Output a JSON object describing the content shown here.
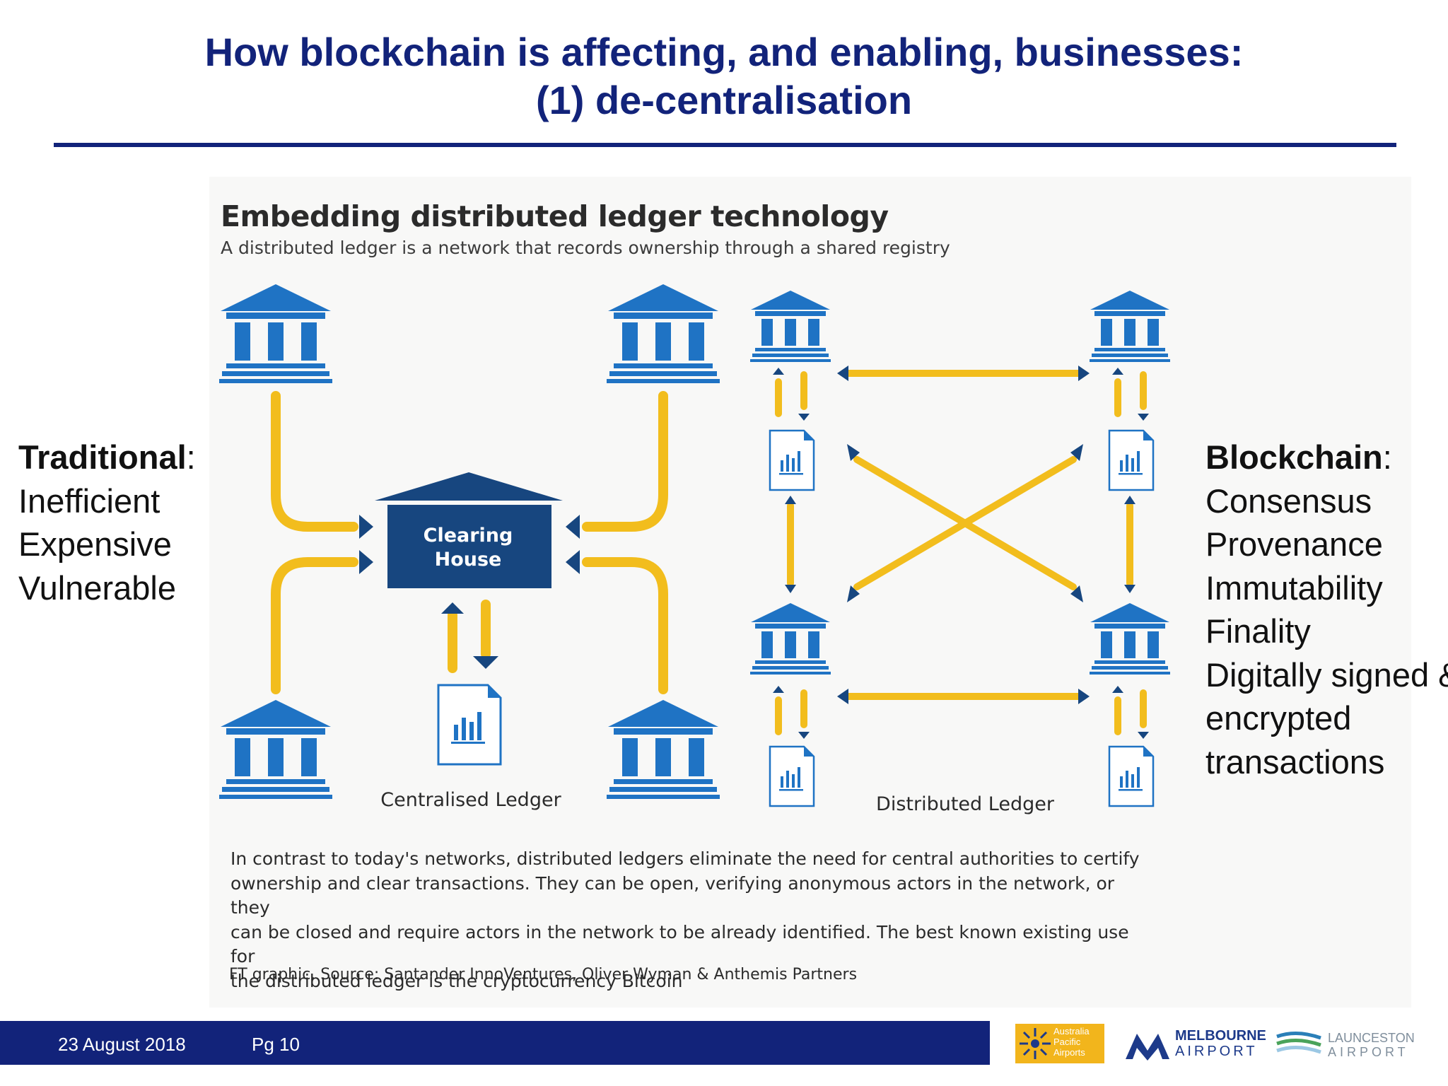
{
  "slide": {
    "title_line1": "How blockchain is affecting, and enabling, businesses:",
    "title_line2": "(1) de-centralisation"
  },
  "graphic": {
    "title": "Embedding distributed ledger technology",
    "subtitle": "A distributed ledger is a network that records ownership through a shared registry",
    "clearing_house_line1": "Clearing",
    "clearing_house_line2": "House",
    "centralised_label": "Centralised Ledger",
    "distributed_label": "Distributed Ledger",
    "caption_line1": "In contrast to today's networks, distributed ledgers eliminate the need for central authorities to certify",
    "caption_line2": "ownership and clear transactions. They can be open, verifying anonymous actors in the network, or they",
    "caption_line3": "can be closed and require actors in the network to be already identified. The best known existing use for",
    "caption_line4": "the distributed ledger is the cryptocurrency Bitcoin",
    "source": "FT graphic.  Source: Santander InnoVentures, Oliver Wyman & Anthemis Partners",
    "colors": {
      "bank_blue": "#1f73c4",
      "connector_yellow": "#f2bd1d",
      "clearing_house_navy": "#17467f"
    }
  },
  "traditional": {
    "heading": "Traditional",
    "items": [
      "Inefficient",
      "Expensive",
      "Vulnerable"
    ]
  },
  "blockchain": {
    "heading": "Blockchain",
    "items": [
      "Consensus",
      "Provenance",
      "Immutability",
      "Finality",
      "Digitally signed &",
      "encrypted",
      "transactions"
    ]
  },
  "footer": {
    "date": "23 August 2018",
    "page": "Pg 10",
    "logos": {
      "apa_text_line1": "Australia",
      "apa_text_line2": "Pacific",
      "apa_text_line3": "Airports",
      "melbourne_line1": "MELBOURNE",
      "melbourne_line2": "AIRPORT",
      "launceston_line1": "LAUNCESTON",
      "launceston_line2": "AIRPORT"
    }
  }
}
